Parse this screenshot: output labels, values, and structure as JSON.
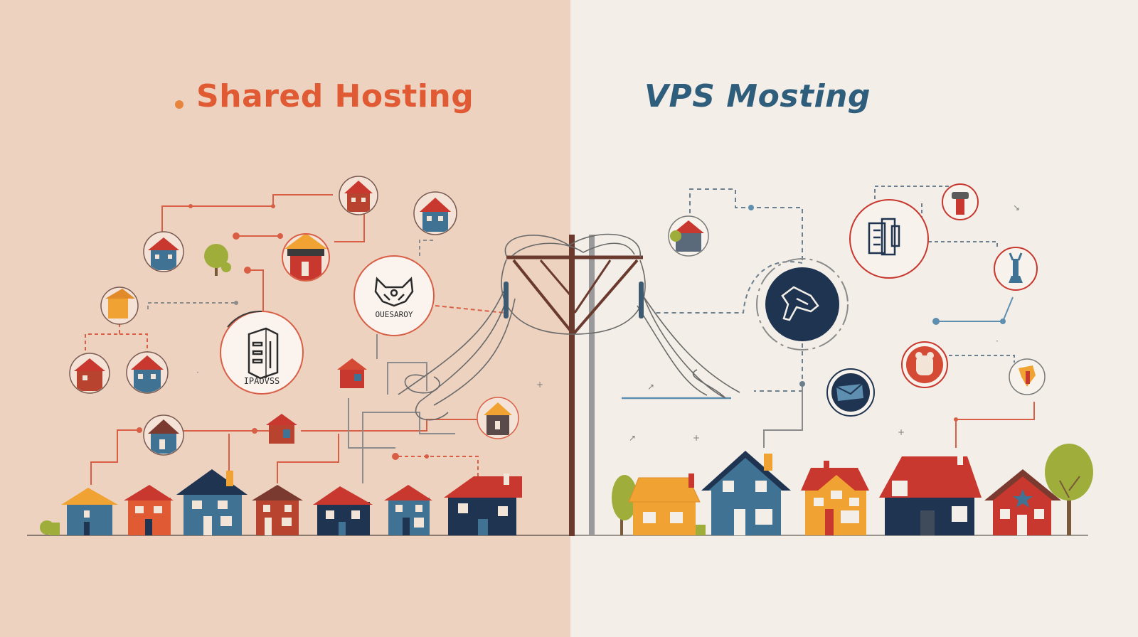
{
  "left_panel": {
    "title": "Shared Hosting",
    "bg_color": "#edd2c0",
    "accent_color": "#e05a33",
    "server_label": "IPAOVSS",
    "hub_label": "OUESAROY"
  },
  "right_panel": {
    "title": "VPS Mosting",
    "bg_color": "#f3efe8",
    "accent_color": "#2f5d7c"
  },
  "palette": {
    "navy": "#1f3450",
    "red": "#c8382f",
    "blue": "#3f7293",
    "orange": "#f0a232",
    "brown": "#7a3a2f",
    "green": "#9fae3b",
    "line_red": "#d85f46",
    "line_gray": "#8c8c8c"
  },
  "icons": [
    "server-icon",
    "mask-icon",
    "hand-icon",
    "document-icon",
    "envelope-icon",
    "house-icon",
    "tree-icon",
    "utility-pole-icon"
  ]
}
